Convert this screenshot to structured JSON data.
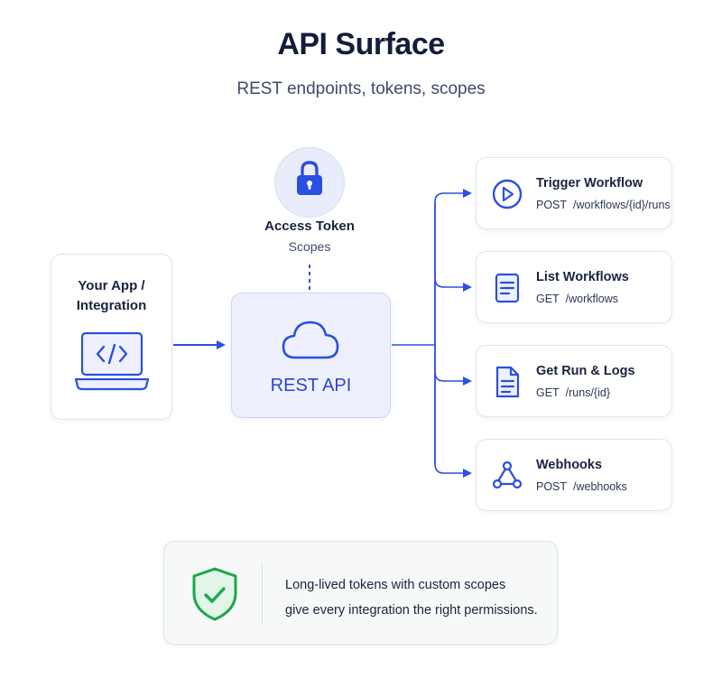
{
  "header": {
    "title": "API Surface",
    "subtitle": "REST endpoints, tokens, scopes"
  },
  "client": {
    "label_line1": "Your App /",
    "label_line2": "Integration",
    "icon": "laptop-code-icon"
  },
  "token": {
    "label": "Access Token",
    "sublabel": "Scopes",
    "icon": "lock-icon"
  },
  "api": {
    "label": "REST API",
    "icon": "cloud-icon"
  },
  "endpoints": [
    {
      "title": "Trigger Workflow",
      "method": "POST",
      "path": "/workflows/{id}/runs",
      "icon": "play-icon"
    },
    {
      "title": "List Workflows",
      "method": "GET",
      "path": "/workflows",
      "icon": "list-document-icon"
    },
    {
      "title": "Get Run & Logs",
      "method": "GET",
      "path": "/runs/{id}",
      "icon": "file-lines-icon"
    },
    {
      "title": "Webhooks",
      "method": "POST",
      "path": "/webhooks",
      "icon": "webhook-icon"
    }
  ],
  "note": {
    "line1": "Long-lived tokens with custom scopes",
    "line2": "give every integration the right permissions.",
    "icon": "shield-check-icon"
  },
  "colors": {
    "accent": "#2b4fe0",
    "api_fill": "#eef1fd",
    "success": "#1fa64a",
    "text": "#1a2240"
  }
}
